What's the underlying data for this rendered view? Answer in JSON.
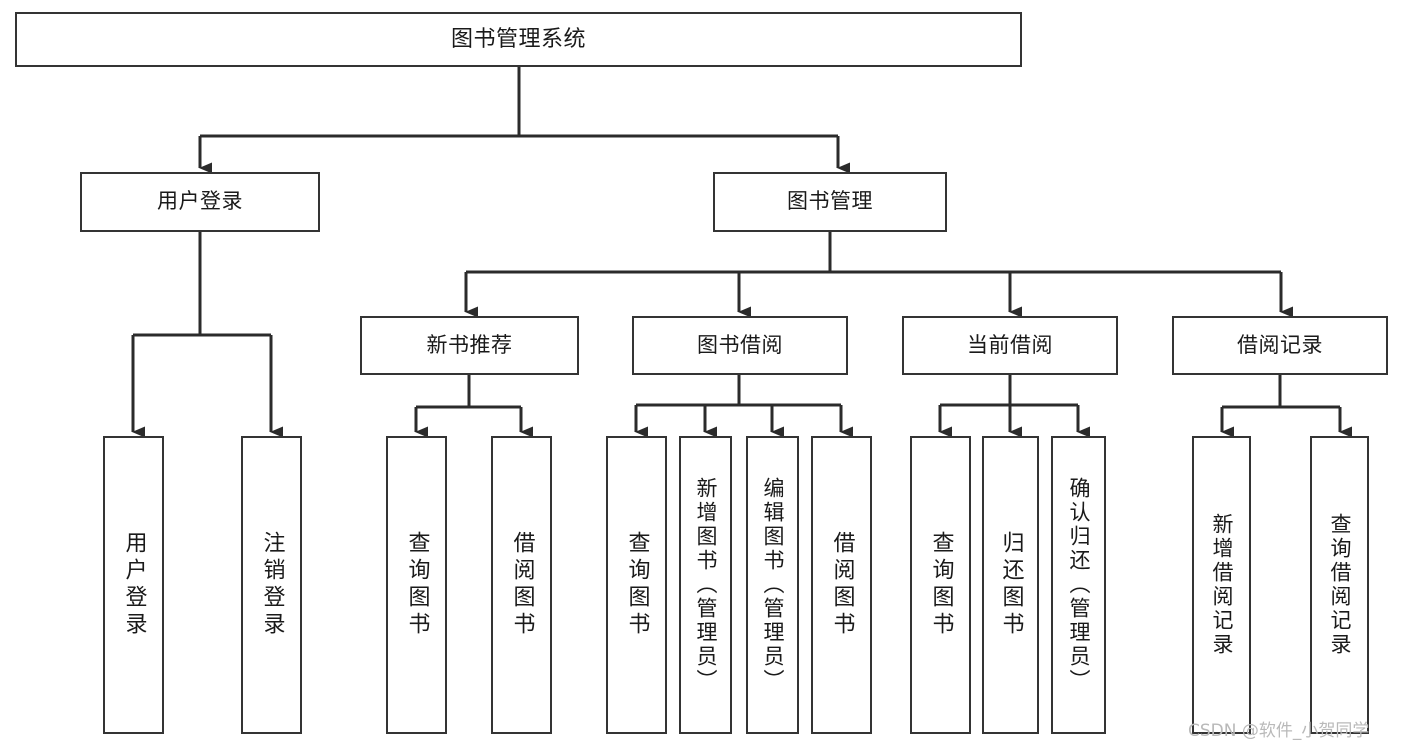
{
  "diagram": {
    "title": "图书管理系统",
    "type": "tree-hierarchy-chart",
    "colors": {
      "background": "#ffffff",
      "box_fill": "#ffffff",
      "box_border": "#343434",
      "connector": "#2b2b2b",
      "text": "#1a1a1a",
      "watermark": "#b9b9b9"
    },
    "root": {
      "label": "图书管理系统"
    },
    "level2": [
      {
        "label": "用户登录"
      },
      {
        "label": "图书管理"
      }
    ],
    "level3": [
      {
        "label": "新书推荐"
      },
      {
        "label": "图书借阅"
      },
      {
        "label": "当前借阅"
      },
      {
        "label": "借阅记录"
      }
    ],
    "leaves": {
      "user_login": [
        {
          "label": "用户登录"
        },
        {
          "label": "注销登录"
        }
      ],
      "new_book_recommend": [
        {
          "label": "查询图书"
        },
        {
          "label": "借阅图书"
        }
      ],
      "book_borrow": [
        {
          "label": "查询图书"
        },
        {
          "label": "新增图书（管理员）"
        },
        {
          "label": "编辑图书（管理员）"
        },
        {
          "label": "借阅图书"
        }
      ],
      "current_borrow": [
        {
          "label": "查询图书"
        },
        {
          "label": "归还图书"
        },
        {
          "label": "确认归还（管理员）"
        }
      ],
      "borrow_record": [
        {
          "label": "新增借阅记录"
        },
        {
          "label": "查询借阅记录"
        }
      ]
    }
  },
  "watermark": {
    "text": "CSDN @软件_小贺同学"
  }
}
